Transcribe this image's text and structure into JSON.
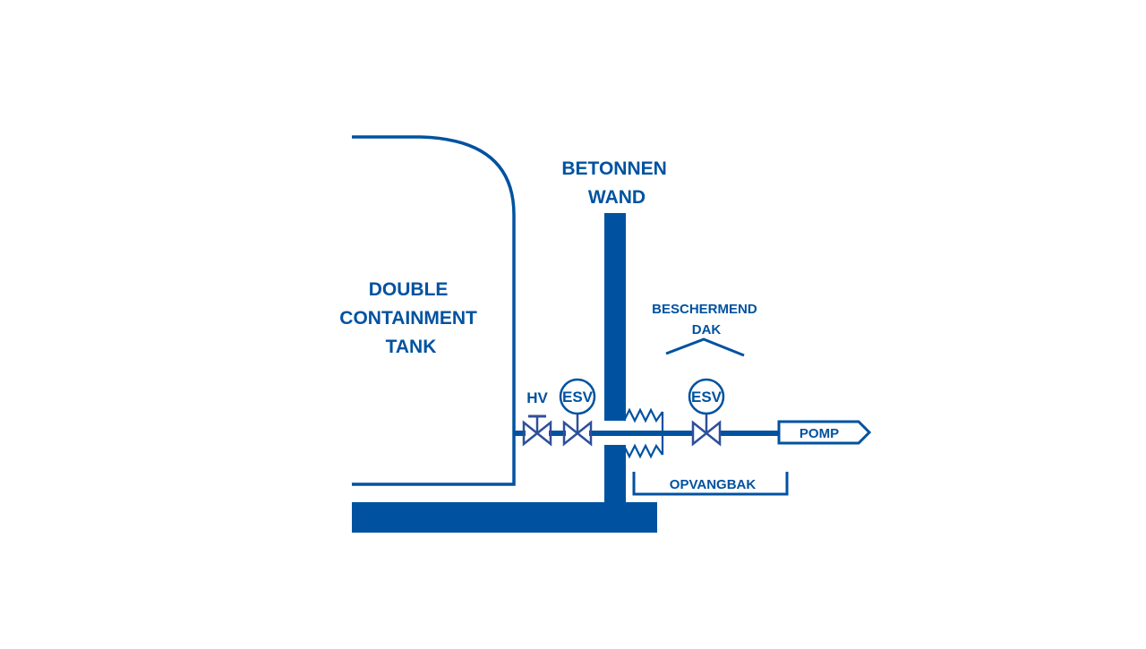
{
  "colors": {
    "primary": "#0052A0",
    "valve": "#2F4F9A",
    "background": "#FFFFFF"
  },
  "labels": {
    "tank": [
      "DOUBLE",
      "CONTAINMENT",
      "TANK"
    ],
    "wall": [
      "BETONNEN",
      "WAND"
    ],
    "roof": [
      "BESCHERMEND",
      "DAK"
    ],
    "hand_valve": "HV",
    "esv_inside": "ESV",
    "esv_outside": "ESV",
    "pump": "POMP",
    "catch_basin": "OPVANGBAK"
  }
}
